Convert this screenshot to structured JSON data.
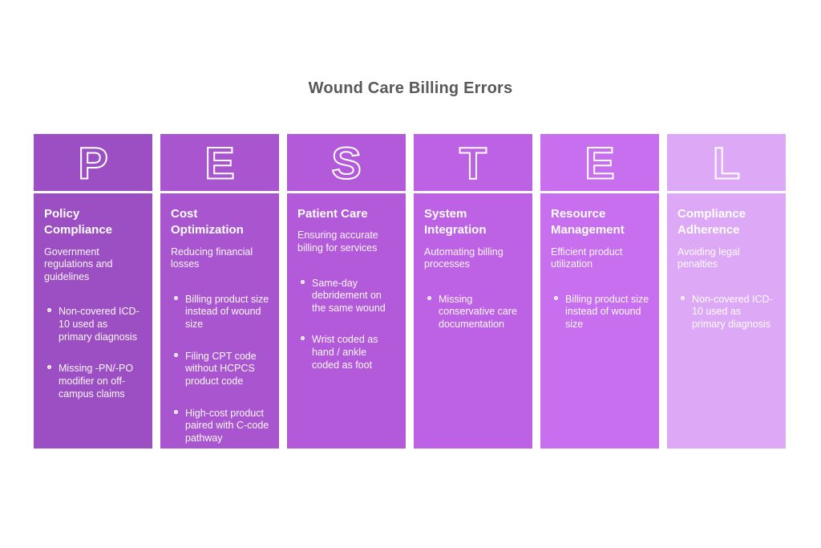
{
  "page": {
    "title": "Wound Care Billing Errors"
  },
  "framework": "PESTEL",
  "columns": [
    {
      "letter": "P",
      "color": "#9c4ec3",
      "title": "Policy Compliance",
      "subtitle": "Government regulations and guidelines",
      "bullets": [
        "Non-covered ICD-10 used as primary diagnosis",
        "Missing -PN/-PO modifier on off-campus claims"
      ]
    },
    {
      "letter": "E",
      "color": "#a955cf",
      "title": "Cost Optimization",
      "subtitle": "Reducing financial losses",
      "bullets": [
        "Billing product size instead of wound size",
        "Filing CPT code without HCPCS product code",
        "High-cost product paired with C-code pathway"
      ]
    },
    {
      "letter": "S",
      "color": "#b25ad9",
      "title": "Patient Care",
      "subtitle": "Ensuring accurate billing for services",
      "bullets": [
        "Same-day debridement on the same wound",
        "Wrist coded as hand / ankle coded as foot"
      ]
    },
    {
      "letter": "T",
      "color": "#bd61e5",
      "title": "System Integration",
      "subtitle": "Automating billing processes",
      "bullets": [
        "Missing conservative care documentation"
      ]
    },
    {
      "letter": "E",
      "color": "#c76fee",
      "title": "Resource Management",
      "subtitle": "Efficient product utilization",
      "bullets": [
        "Billing product size instead of wound size"
      ]
    },
    {
      "letter": "L",
      "color": "#dda9f6",
      "title": "Compliance Adherence",
      "subtitle": "Avoiding legal penalties",
      "bullets": [
        "Non-covered ICD-10 used as primary diagnosis"
      ]
    }
  ]
}
